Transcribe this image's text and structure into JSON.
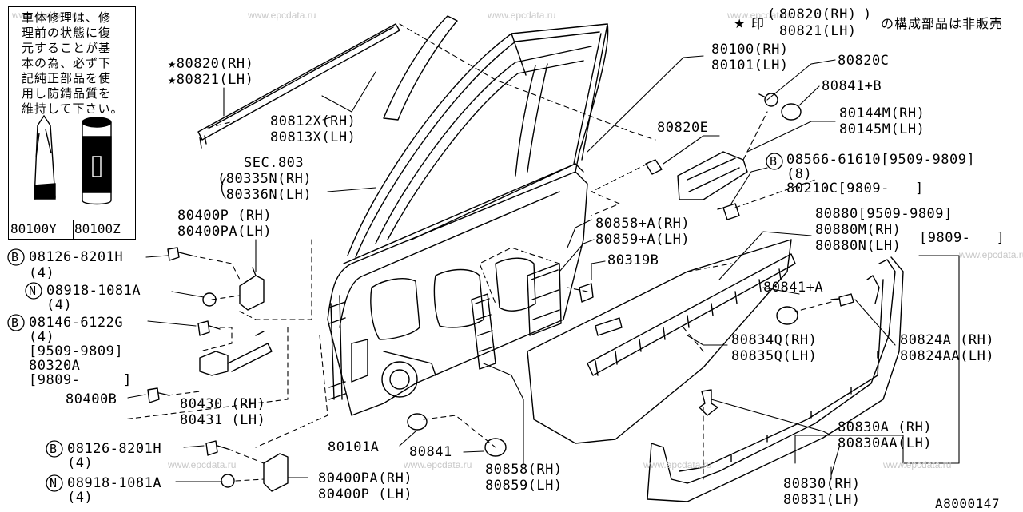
{
  "note": {
    "lines": [
      "車体修理は、修",
      "理前の状態に復",
      "元することが基",
      "本の為、必ず下",
      "記純正部品を使",
      "用し防錆品質を",
      "維持して下さい。"
    ],
    "items": [
      "80100Y",
      "80100Z"
    ]
  },
  "header_note": {
    "mark": "★",
    "text1": "印",
    "part_rh": "80820(RH)",
    "part_lh": "80821(LH)",
    "text2": "の構成部品は非販売"
  },
  "labels": {
    "l01": "★80820(RH)",
    "l02": "★80821(LH)",
    "l03": "80812X(RH)",
    "l04": "80813X(LH)",
    "l05": "SEC.803",
    "l06": "(80335N(RH)",
    "l07": " 80336N(LH)",
    "l08": "80400P (RH)",
    "l09": "80400PA(LH)",
    "l10": "08126-8201H",
    "l11": "(4)",
    "l12": "08918-1081A",
    "l13": "(4)",
    "l14": "08146-6122G",
    "l15": "(4)",
    "l16": "[9509-9809]",
    "l17": "80320A",
    "l18": "[9809-     ]",
    "l19": "80400B",
    "l20": "80430 (RH)",
    "l21": "80431 (LH)",
    "l22": "08126-8201H",
    "l23": "(4)",
    "l24": "08918-1081A",
    "l25": "(4)",
    "l26": "80400PA(RH)",
    "l27": "80400P (LH)",
    "l28": "80101A",
    "l29": "80841",
    "l30": "80858(RH)",
    "l31": "80859(LH)",
    "l32": "80100(RH)",
    "l33": "80101(LH)",
    "l34": "80820C",
    "l35": "80841+B",
    "l36": "80144M(RH)",
    "l37": "80145M(LH)",
    "l38": "80820E",
    "l39": "08566-61610[9509-9809]",
    "l40": "(8)",
    "l41": "80210C[9809-   ]",
    "l42": "80858+A(RH)",
    "l43": "80859+A(LH)",
    "l44": "80319B",
    "l45": "80880[9509-9809]",
    "l46": "80880M(RH)",
    "l47": "80880N(LH)",
    "l48": "[9809-   ]",
    "l49": "80841+A",
    "l50": "80834Q(RH)",
    "l51": "80835Q(LH)",
    "l52": "80824A (RH)",
    "l53": "80824AA(LH)",
    "l54": "80830A (RH)",
    "l55": "80830AA(LH)",
    "l56": "80830(RH)",
    "l57": "80831(LH)",
    "l58": "A8000147"
  },
  "markers": {
    "bolt": "B",
    "nut": "N"
  },
  "watermark": "www.epcdata.ru"
}
